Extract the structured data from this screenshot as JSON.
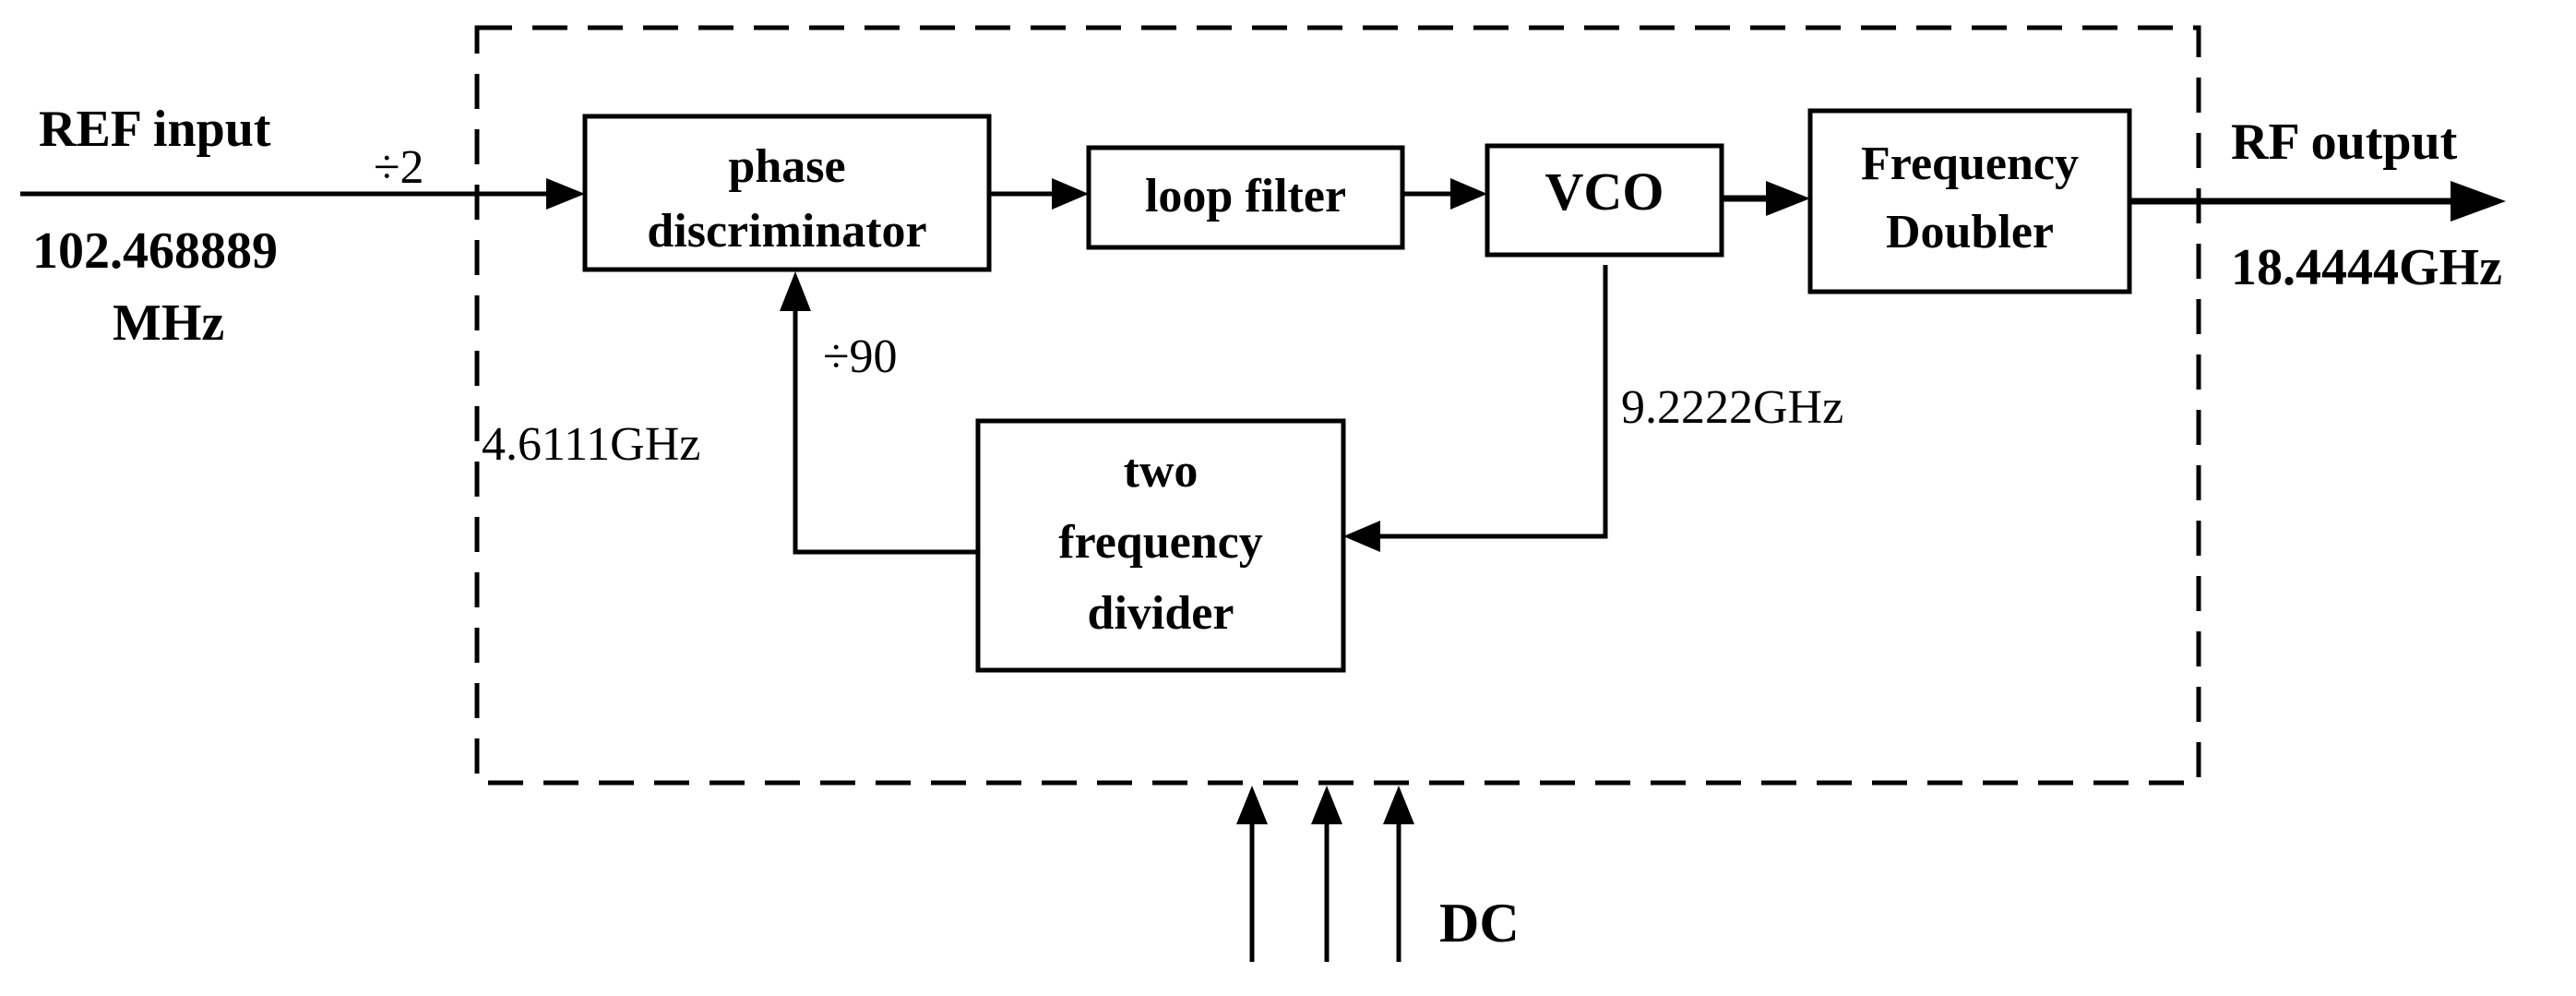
{
  "blocks": {
    "phase_discriminator": [
      "phase",
      "discriminator"
    ],
    "loop_filter": [
      "loop filter"
    ],
    "vco": [
      "VCO"
    ],
    "frequency_doubler": [
      "Frequency",
      "Doubler"
    ],
    "two_frequency_divider": [
      "two",
      "frequency",
      "divider"
    ]
  },
  "labels": {
    "ref_input": "REF input",
    "ref_freq": [
      "102.468889",
      "MHz"
    ],
    "div2": "÷2",
    "div90": "÷90",
    "divider_output_freq": "4.6111GHz",
    "vco_output_freq": "9.2222GHz",
    "rf_output": "RF output",
    "rf_freq": "18.4444GHz",
    "dc": "DC"
  }
}
